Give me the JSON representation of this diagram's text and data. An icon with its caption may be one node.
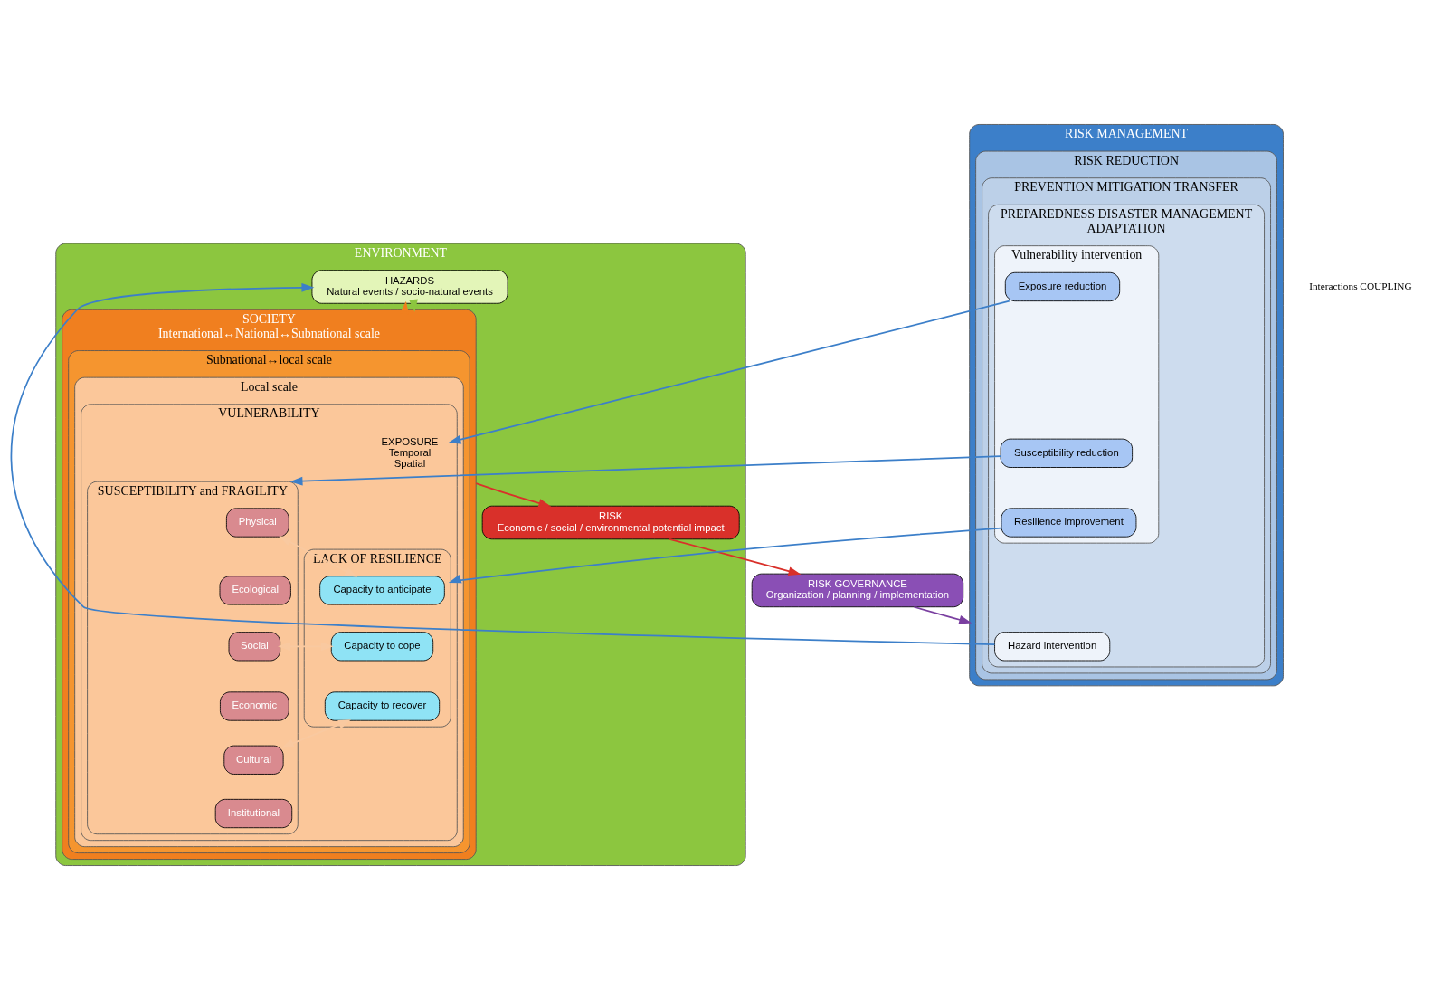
{
  "diagram": {
    "nodes": [
      {
        "text": [
          "ENVIRONMENT"
        ]
      },
      {
        "text": [
          "HAZARDS",
          "Natural events / socio-natural events"
        ],
        "in": 0
      },
      {
        "text": [
          "SOCIETY",
          "International↔National↔Subnational scale"
        ],
        "in": 0
      },
      {
        "text": [
          "Subnational↔local scale"
        ],
        "in": 2
      },
      {
        "text": [
          "Local scale"
        ],
        "in": 3
      },
      {
        "text": [
          "VULNERABILITY"
        ],
        "in": 4
      },
      {
        "text": [
          "EXPOSURE",
          "Temporal",
          "Spatial"
        ],
        "in": 5
      },
      {
        "text": [
          "SUSCEPTIBILITY and FRAGILITY"
        ],
        "in": 5
      },
      {
        "text": [
          "Physical"
        ],
        "in": 7
      },
      {
        "text": [
          "Ecological"
        ],
        "in": 7
      },
      {
        "text": [
          "Social"
        ],
        "in": 7
      },
      {
        "text": [
          "Economic"
        ],
        "in": 7
      },
      {
        "text": [
          "Cultural"
        ],
        "in": 7
      },
      {
        "text": [
          "Institutional"
        ],
        "in": 7
      },
      {
        "text": [
          "LACK OF RESILIENCE"
        ],
        "in": 5
      },
      {
        "text": [
          "Capacity to anticipate"
        ],
        "in": 14
      },
      {
        "text": [
          "Capacity to cope"
        ],
        "in": 14
      },
      {
        "text": [
          "Capacity to recover"
        ],
        "in": 14
      },
      {
        "text": [
          "RISK",
          "Economic / social / environmental potential impact"
        ],
        "in": 0
      },
      {
        "text": [
          "RISK MANAGEMENT"
        ]
      },
      {
        "text": [
          "RISK REDUCTION"
        ],
        "in": 19
      },
      {
        "text": [
          "PREVENTION MITIGATION TRANSFER"
        ],
        "in": 20
      },
      {
        "text": [
          "PREPAREDNESS DISASTER MANAGEMENT",
          "ADAPTATION"
        ],
        "in": 21
      },
      {
        "text": [
          "Hazard intervention"
        ],
        "in": 22
      },
      {
        "text": [
          "Vulnerability intervention"
        ],
        "in": 22
      },
      {
        "text": [
          "Exposure reduction"
        ],
        "in": 24
      },
      {
        "text": [
          "Susceptibility reduction"
        ],
        "in": 24
      },
      {
        "text": [
          "Resilience improvement"
        ],
        "in": 24
      },
      {
        "text": [
          "RISK GOVERNANCE",
          "Organization / planning / implementation"
        ]
      }
    ],
    "edges": [
      {
        "from": 1,
        "to": 2,
        "arrow": "to",
        "color": "#8cc63f"
      },
      {
        "from": 2,
        "to": 1,
        "arrow": "to",
        "color": "#f07f1f"
      },
      {
        "from": 7,
        "to": 14,
        "arrow": "both",
        "color": "#f9c9a0"
      },
      {
        "from": 7,
        "to": 14,
        "arrow": "both",
        "color": "#f9c9a0"
      },
      {
        "from": 7,
        "to": 14,
        "arrow": "both",
        "color": "#f9c9a0"
      },
      {
        "from": 2,
        "to": 18,
        "arrow": "to",
        "color": "#d9302a"
      },
      {
        "from": 18,
        "to": 28,
        "arrow": "to",
        "color": "#d9302a"
      },
      {
        "from": 28,
        "to": 19,
        "arrow": "to",
        "color": "#7a3fa0"
      },
      {
        "from": 23,
        "to": 1,
        "arrow": "to"
      },
      {
        "from": 25,
        "to": 6,
        "arrow": "to"
      },
      {
        "from": 26,
        "to": 7,
        "arrow": "to"
      },
      {
        "from": 27,
        "to": 14,
        "arrow": "to"
      }
    ],
    "labels": [
      "Interactions COUPLING"
    ]
  }
}
